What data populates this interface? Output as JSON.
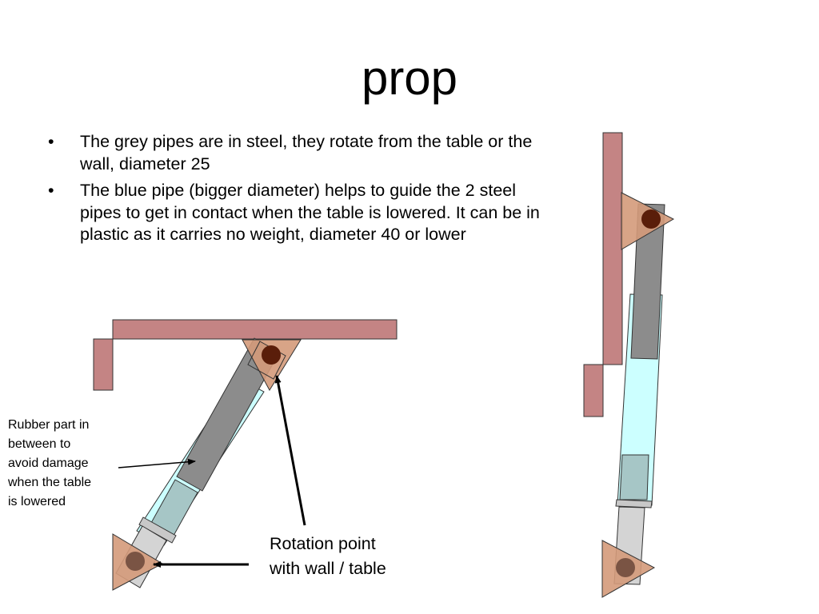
{
  "slide": {
    "title": "prop",
    "bullets": [
      {
        "marker": "•",
        "text": "The grey pipes are in steel, they rotate from the table or the wall, diameter 25"
      },
      {
        "marker": "•",
        "text": "The blue pipe (bigger diameter) helps to guide the 2 steel pipes to get in contact when the table is lowered. It can be in plastic as it carries no weight, diameter 40 or lower"
      }
    ],
    "annotations": {
      "rubber": "Rubber part in\nbetween to\navoid damage\nwhen the table\nis lowered",
      "rotation": "Rotation point\nwith wall / table"
    }
  },
  "colors": {
    "wall_table": "#c48484",
    "pivot_triangle": "#d49a7a",
    "pivot_dot": "#5a1e0a",
    "lower_dot": "#7a5444",
    "steel_pipe": "#8c8c8c",
    "steel_pipe_light": "#d4d4d4",
    "guide_pipe": "#ccffff",
    "overlap": "#a6c6c6",
    "rubber_ring": "#c8c8c8"
  }
}
